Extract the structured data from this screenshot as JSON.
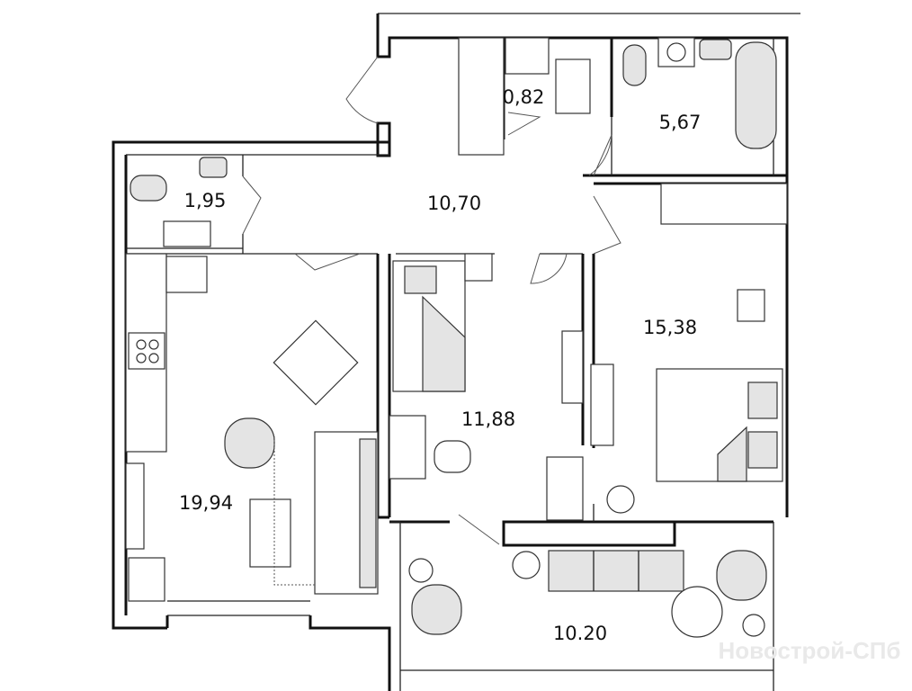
{
  "plan": {
    "rooms": [
      {
        "id": "bathroom-small",
        "area": "1,95"
      },
      {
        "id": "hallway",
        "area": "10,70"
      },
      {
        "id": "closet",
        "area": "0,82"
      },
      {
        "id": "bathroom",
        "area": "5,67"
      },
      {
        "id": "bedroom",
        "area": "15,38"
      },
      {
        "id": "children-room",
        "area": "11,88"
      },
      {
        "id": "kitchen-living",
        "area": "19,94"
      },
      {
        "id": "balcony",
        "area": "10.20"
      }
    ],
    "watermark": "Новострой-СПб"
  }
}
